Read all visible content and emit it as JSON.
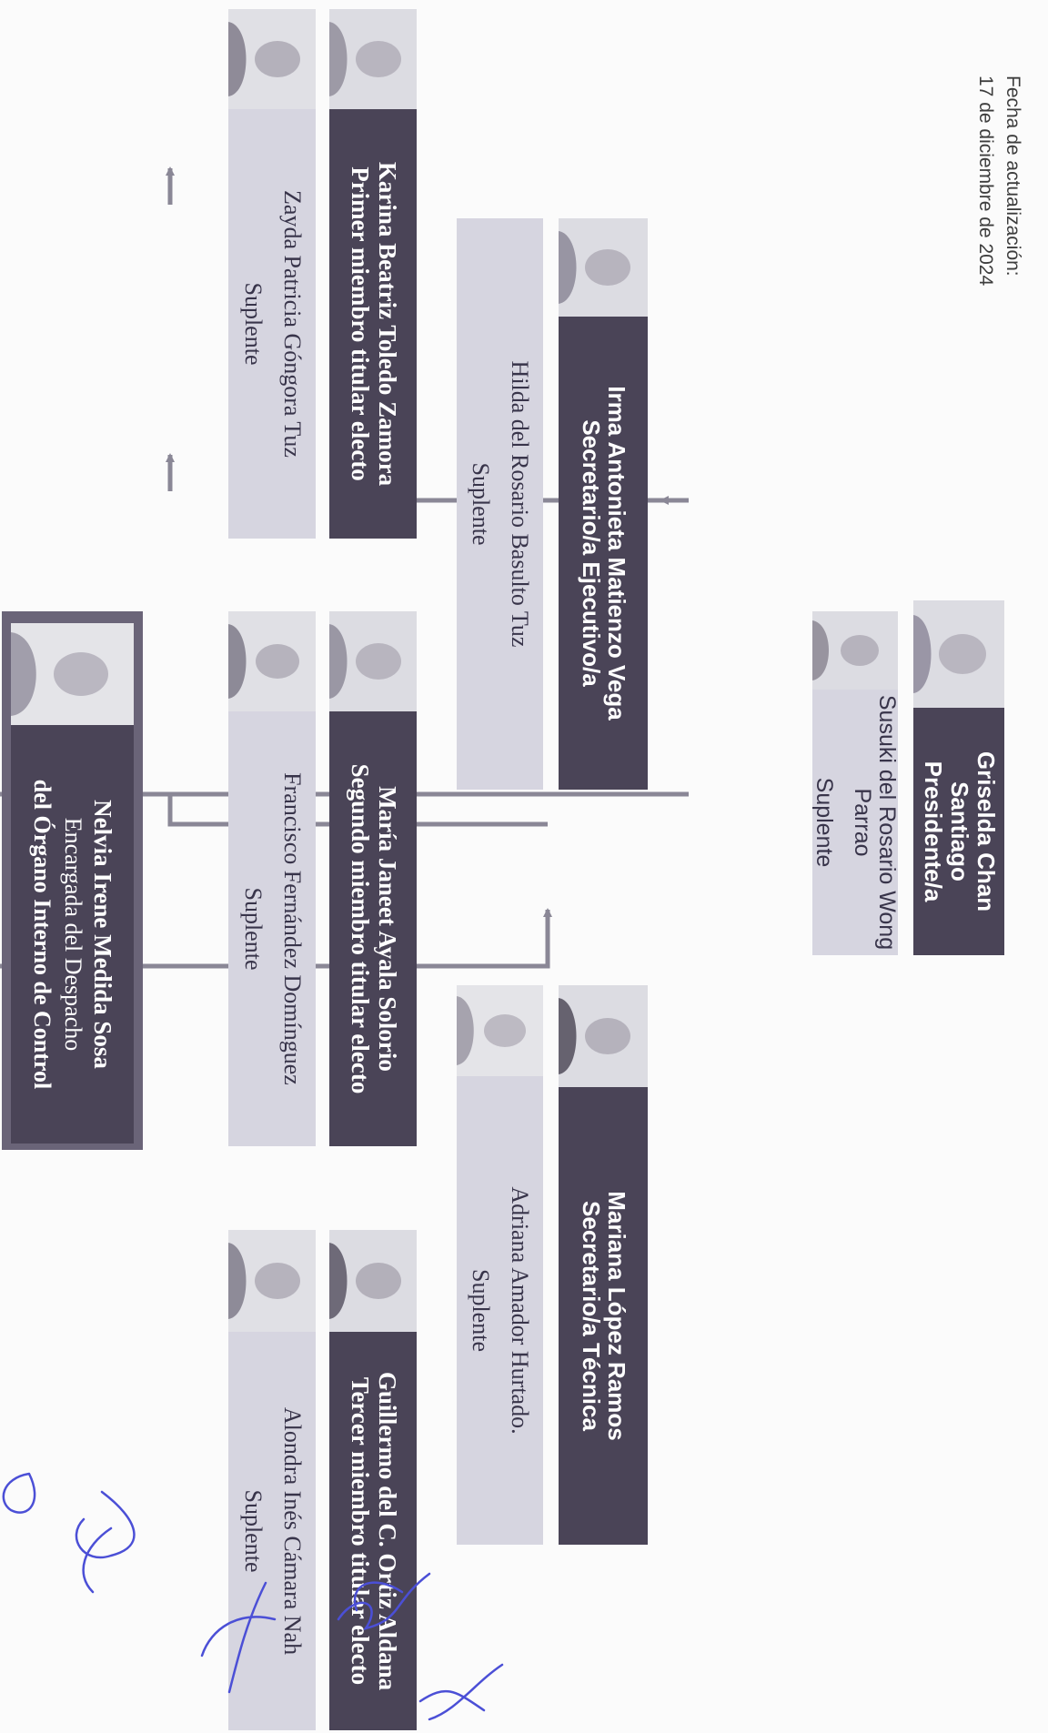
{
  "update": {
    "label": "Fecha de actualización:",
    "date": "17 de diciembre de 2024"
  },
  "president": {
    "name": "Griselda Chan Santiago",
    "role": "Presidente/a",
    "alternate_name": "Susuki del Rosario Wong Parrao",
    "alternate_role": "Suplente"
  },
  "exec_secretary": {
    "name": "Irma Antonieta Matienzo Vega",
    "role": "Secretario/a Ejecutivo/a",
    "alternate_name": "Hilda del Rosario Basulto Tuz",
    "alternate_role": "Suplente"
  },
  "tech_secretary": {
    "name": "Mariana López Ramos",
    "role": "Secretario/a Técnica",
    "alternate_name": "Adriana Amador Hurtado.",
    "alternate_role": "Suplente"
  },
  "member1": {
    "name": "Karina Beatriz Toledo Zamora",
    "role": "Primer miembro titular electo",
    "alternate_name": "Zayda Patricia Góngora Tuz",
    "alternate_role": "Suplente"
  },
  "member2": {
    "name": "María Janeet Ayala Solorio",
    "role": "Segundo miembro titular electo",
    "alternate_name": "Francisco Fernández Domínguez",
    "alternate_role": "Suplente"
  },
  "member3": {
    "name": "Guillermo del C. Ortiz Aldana",
    "role": "Tercer miembro titular electo",
    "alternate_name": "Alondra Inés Cámara Nah",
    "alternate_role": "Suplente"
  },
  "internal_control": {
    "name": "Nelvia Irene Medida Sosa",
    "role_line1": "Encargada del Despacho",
    "role_line2": "del  Órgano Interno de Control"
  },
  "colors": {
    "title_box": "#4a4457",
    "alternate_box": "#d6d5e0",
    "connector": "#8a8796",
    "signature_ink": "#4b4fd6"
  }
}
